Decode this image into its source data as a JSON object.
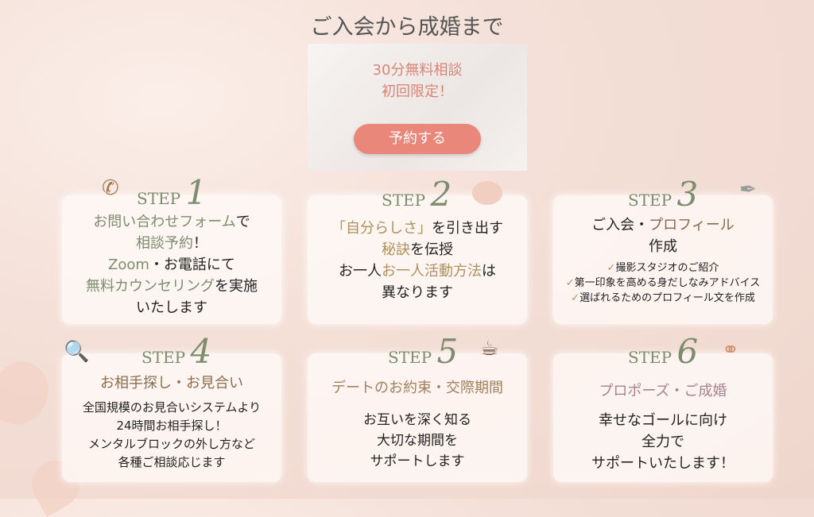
{
  "title": "ご入会から成婚まで",
  "hero": {
    "line1": "30分無料相談",
    "line2": "初回限定！",
    "button": "予約する"
  },
  "steps": [
    {
      "label": "STEP",
      "num": "1",
      "icon": "phone-icon",
      "lines": [
        [
          "お問い合わせフォーム",
          "で"
        ],
        [
          "相談予約",
          "！"
        ],
        [
          "Zoom",
          "・お電話にて"
        ],
        [
          "無料カウンセリング",
          "を実施"
        ],
        [
          "",
          "いたします"
        ]
      ]
    },
    {
      "label": "STEP",
      "num": "2",
      "icon": "speech-bubble-icon",
      "lines": [
        [
          "「自分らしさ」",
          "を引き出す"
        ],
        [
          "秘訣",
          "を伝授"
        ],
        [
          "お一人",
          "お一人活動方法",
          "は"
        ],
        [
          "",
          "異なります"
        ]
      ]
    },
    {
      "label": "STEP",
      "num": "3",
      "icon": "pen-icon",
      "heading": [
        "ご入会・",
        "プロフィール"
      ],
      "heading2": "作成",
      "checks": [
        "撮影スタジオのご紹介",
        "第一印象を高める身だしなみアドバイス",
        "選ばれるためのプロフィール文を作成"
      ]
    },
    {
      "label": "STEP",
      "num": "4",
      "icon": "magnifier-icon",
      "heading": "お相手探し・お見合い",
      "lines": [
        "全国規模のお見合いシステムより",
        "24時間お相手探し！",
        "メンタルブロックの外し方など",
        "各種ご相談応じます"
      ]
    },
    {
      "label": "STEP",
      "num": "5",
      "icon": "coffee-cup-icon",
      "heading": "デートのお約束・交際期間",
      "lines": [
        "お互いを深く知る",
        "大切な期間を",
        "サポートします"
      ]
    },
    {
      "label": "STEP",
      "num": "6",
      "icon": "rings-icon",
      "heading": "プロポーズ・ご成婚",
      "lines": [
        "幸せなゴールに向け",
        "全力で",
        "サポートいたします！"
      ]
    }
  ],
  "check_mark": "✓"
}
